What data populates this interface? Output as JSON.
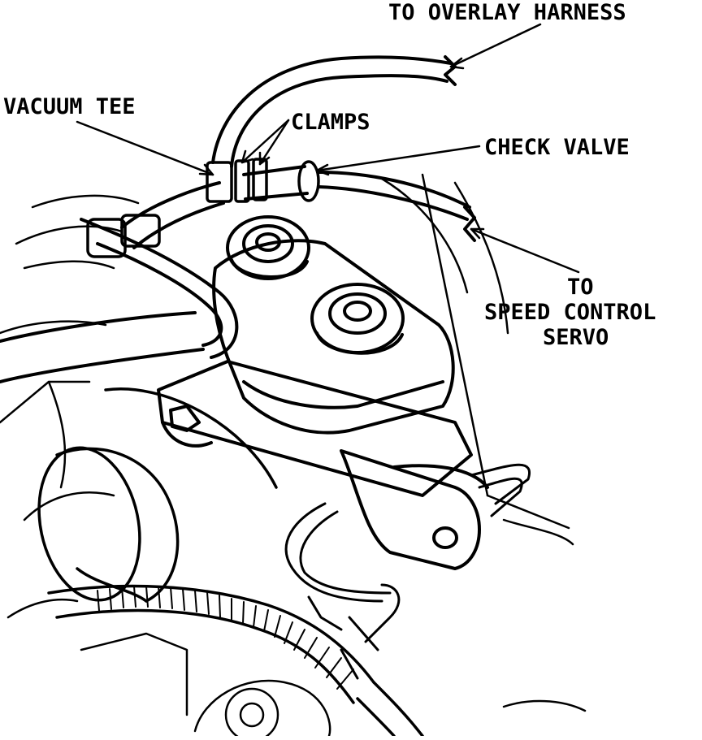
{
  "diagram": {
    "labels": {
      "overlay_harness": "TO OVERLAY HARNESS",
      "vacuum_tee": "VACUUM TEE",
      "clamps": "CLAMPS",
      "check_valve": "CHECK VALVE",
      "speed_control_line1": "TO",
      "speed_control_line2": "SPEED CONTROL",
      "speed_control_line3": "SERVO"
    },
    "colors": {
      "ink": "#000000",
      "paper": "#ffffff"
    }
  }
}
